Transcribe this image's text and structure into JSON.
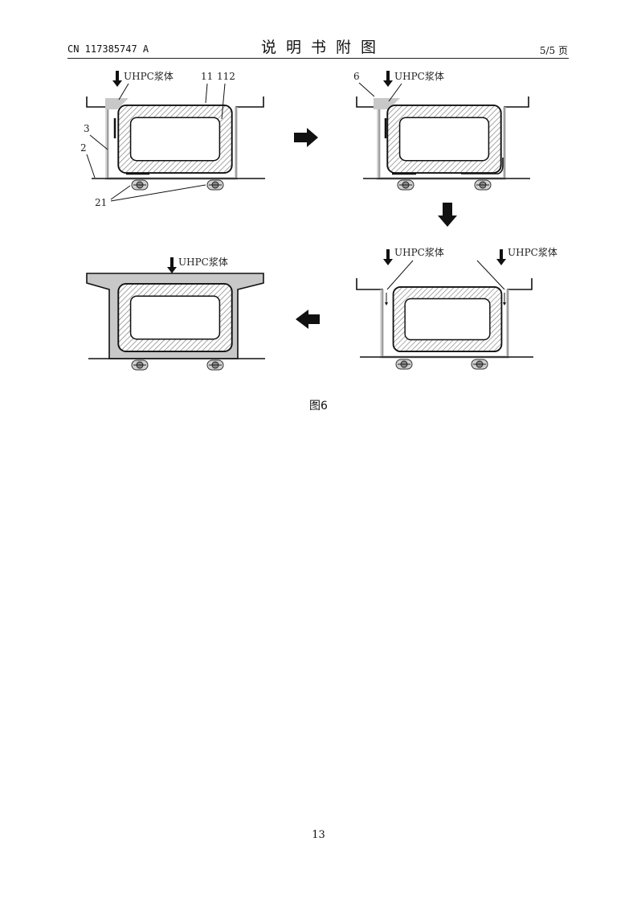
{
  "header": {
    "publication_number": "CN 117385747 A",
    "section_title": "说明书附图",
    "page_of_total": "5/5 页"
  },
  "figure": {
    "caption": "图6",
    "material_label": "UHPC浆体",
    "reference_numerals": {
      "n11": "11",
      "n112": "112",
      "n3": "3",
      "n2": "2",
      "n21": "21",
      "n6": "6"
    }
  },
  "footer": {
    "page_number": "13"
  }
}
